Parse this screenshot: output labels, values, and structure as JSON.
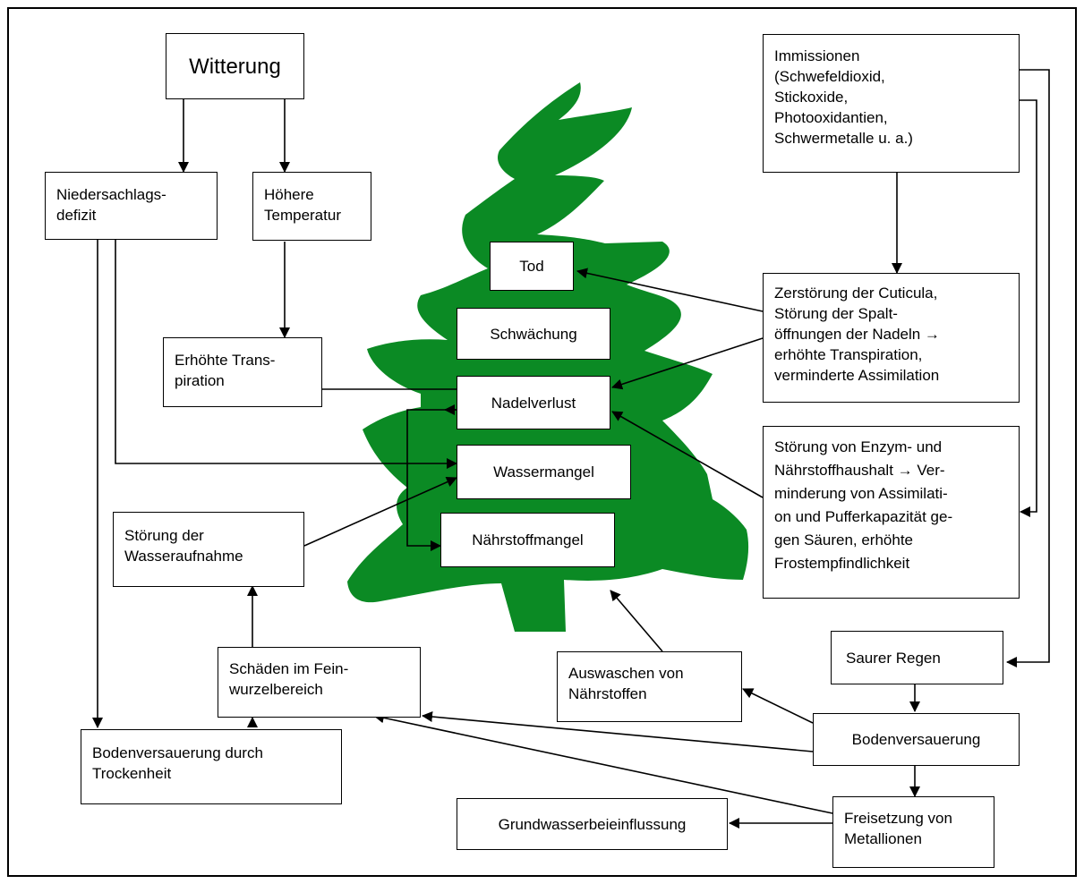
{
  "colors": {
    "tree": "#0B8A24",
    "line": "#000000",
    "background": "#ffffff"
  },
  "boxes": {
    "witterung": "Witterung",
    "niederschlag": "Niedersachlags-\ndefizit",
    "temperatur": "Höhere\nTemperatur",
    "transpiration": "Erhöhte Trans-\npiration",
    "immissionen": "Immissionen\n(Schwefeldioxid,\nStickoxide,\nPhotooxidantien,\nSchwermetalle u. a.)",
    "tod": "Tod",
    "schwaechung": "Schwächung",
    "nadelverlust": "Nadelverlust",
    "wassermangel": "Wassermangel",
    "naehrstoffmangel": "Nährstoffmangel",
    "zerstoerung": "Zerstörung der Cuticula,\nStörung der Spalt-\nöffnungen der Nadeln →\nerhöhte Transpiration,\nverminderte Assimilation",
    "enzym": "Störung von Enzym- und\nNährstoffhaushalt → Ver-\nminderung von Assimilati-\non und Pufferkapazität ge-\ngen Säuren, erhöhte\nFrostempfindlichkeit",
    "wasseraufnahme": "Störung der\nWasseraufnahme",
    "feinwurzel": "Schäden im Fein-\nwurzelbereich",
    "auswaschen": "Auswaschen von\nNährstoffen",
    "saurer_regen": "Saurer Regen",
    "bodenversauerung": "Bodenversauerung",
    "trockenheit": "Bodenversauerung durch\nTrockenheit",
    "metallionen": "Freisetzung von\nMetallionen",
    "grundwasser": "Grundwasserbeieinflussung"
  }
}
